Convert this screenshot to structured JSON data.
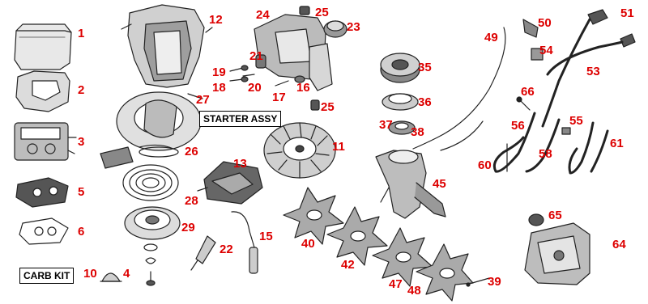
{
  "diagram": {
    "labels": {
      "starter_assy": "STARTER ASSY",
      "carb_kit": "CARB KIT"
    },
    "callout_color": "#dd0000",
    "callouts": {
      "c1": "1",
      "c2": "2",
      "c3": "3",
      "c4": "4",
      "c5": "5",
      "c6": "6",
      "c10": "10",
      "c11": "11",
      "c12": "12",
      "c13": "13",
      "c15": "15",
      "c16": "16",
      "c17": "17",
      "c18": "18",
      "c19": "19",
      "c20": "20",
      "c21": "21",
      "c22": "22",
      "c23": "23",
      "c24": "24",
      "c25a": "25",
      "c25b": "25",
      "c26": "26",
      "c27": "27",
      "c28": "28",
      "c29": "29",
      "c35": "35",
      "c36": "36",
      "c37": "37",
      "c38": "38",
      "c39": "39",
      "c40": "40",
      "c42": "42",
      "c45": "45",
      "c47": "47",
      "c48": "48",
      "c49": "49",
      "c50": "50",
      "c51": "51",
      "c53": "53",
      "c54": "54",
      "c55": "55",
      "c56": "56",
      "c58": "58",
      "c60": "60",
      "c61": "61",
      "c64": "64",
      "c65": "65",
      "c66": "66"
    }
  }
}
